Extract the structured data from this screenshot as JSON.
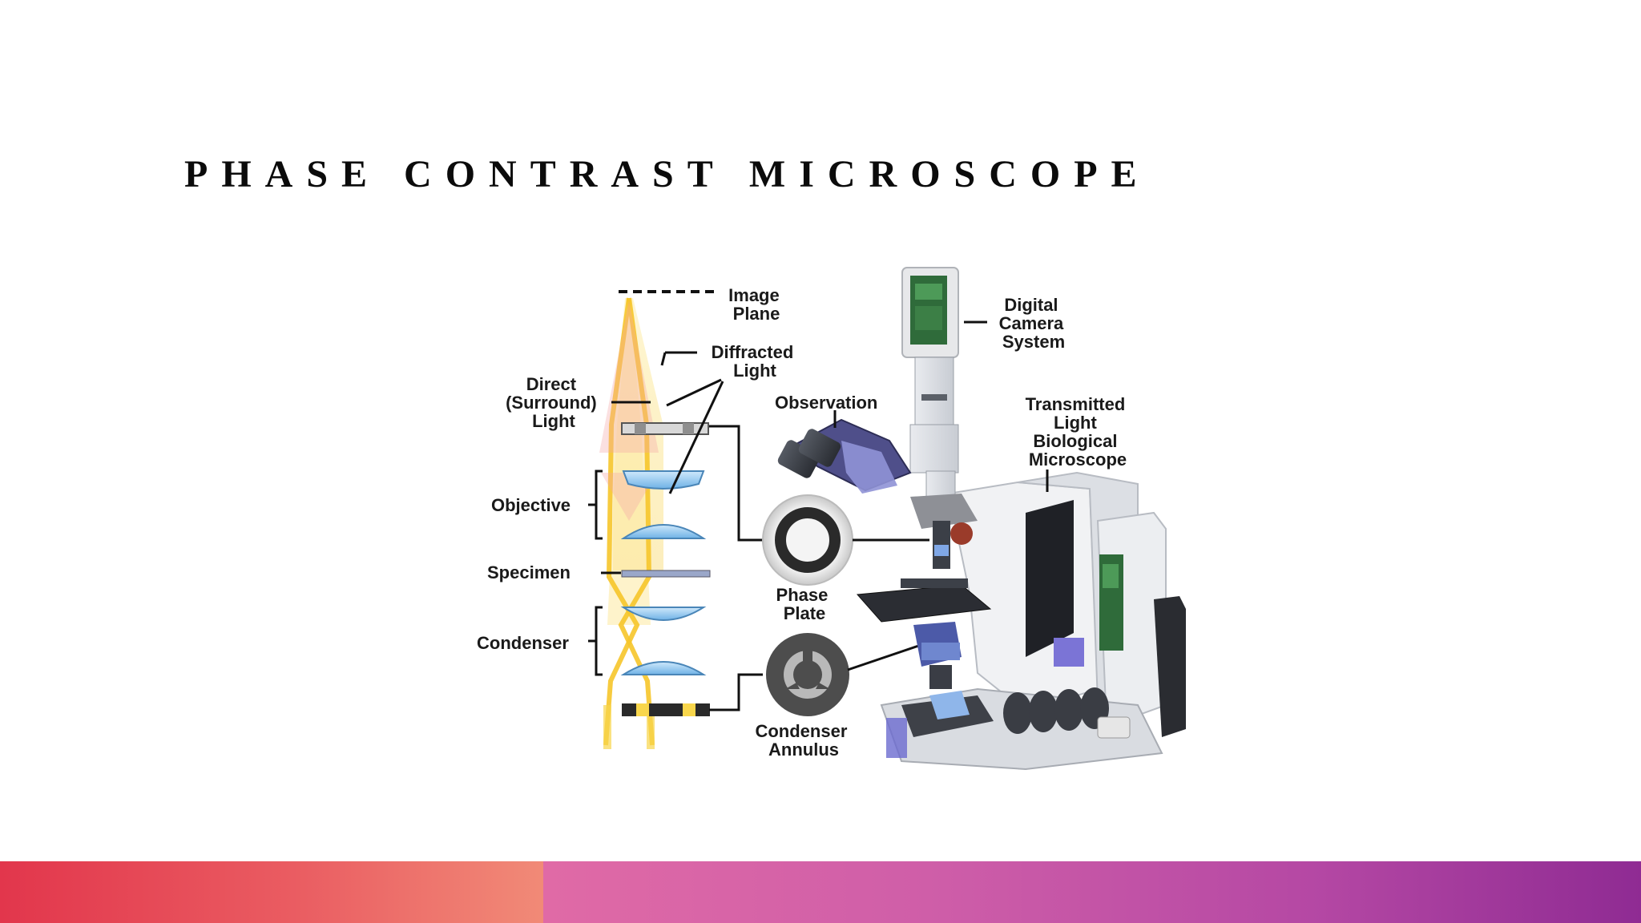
{
  "slide": {
    "title": "PHASE CONTRAST MICROSCOPE"
  },
  "diagram": {
    "labels": {
      "image_plane": [
        "Image",
        "Plane"
      ],
      "diffracted_light": [
        "Diffracted",
        "Light"
      ],
      "direct_light": [
        "Direct",
        "(Surround)",
        "Light"
      ],
      "objective": "Objective",
      "specimen": "Specimen",
      "condenser": "Condenser",
      "observation": "Observation",
      "phase_plate": [
        "Phase",
        "Plate"
      ],
      "condenser_annulus": [
        "Condenser",
        "Annulus"
      ],
      "digital_camera_system": [
        "Digital",
        "Camera",
        "System"
      ],
      "transmitted_light_microscope": [
        "Transmitted",
        "Light",
        "Biological",
        "Microscope"
      ]
    }
  },
  "colors": {
    "light_beam": "#f7d44a",
    "lens_fill": "#8ec6ef",
    "footer_left": "#e2364c",
    "footer_right": "#8f2b93"
  }
}
